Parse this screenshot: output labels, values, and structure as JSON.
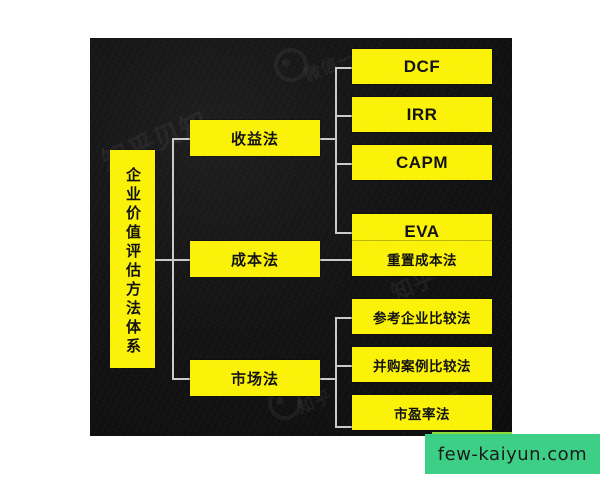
{
  "diagram": {
    "title_vertical": "企业价值评估方法体系",
    "background_color": "#101010",
    "node_color": "#fbf207",
    "connector_color": "#c9c9c9",
    "branches": [
      {
        "label": "收益法",
        "children": [
          "DCF",
          "IRR",
          "CAPM",
          "EVA"
        ]
      },
      {
        "label": "成本法",
        "children": [
          "重置成本法"
        ]
      },
      {
        "label": "市场法",
        "children": [
          "参考企业比较法",
          "并购案例比较法",
          "市盈率法"
        ]
      }
    ],
    "leaves": {
      "dcf": "DCF",
      "irr": "IRR",
      "capm": "CAPM",
      "eva": "EVA",
      "replacement_cost": "重置成本法",
      "comparable_company": "参考企业比较法",
      "ma_case": "并购案例比较法",
      "pe_ratio": "市盈率法"
    },
    "mid": {
      "income": "收益法",
      "cost": "成本法",
      "market": "市场法"
    },
    "watermarks": [
      "知乎贝知",
      "微信一",
      "知乎"
    ]
  },
  "banner": {
    "site": "few-kaiyun.com",
    "background_color": "#3ecf87",
    "accent_color": "#8dd93b"
  }
}
